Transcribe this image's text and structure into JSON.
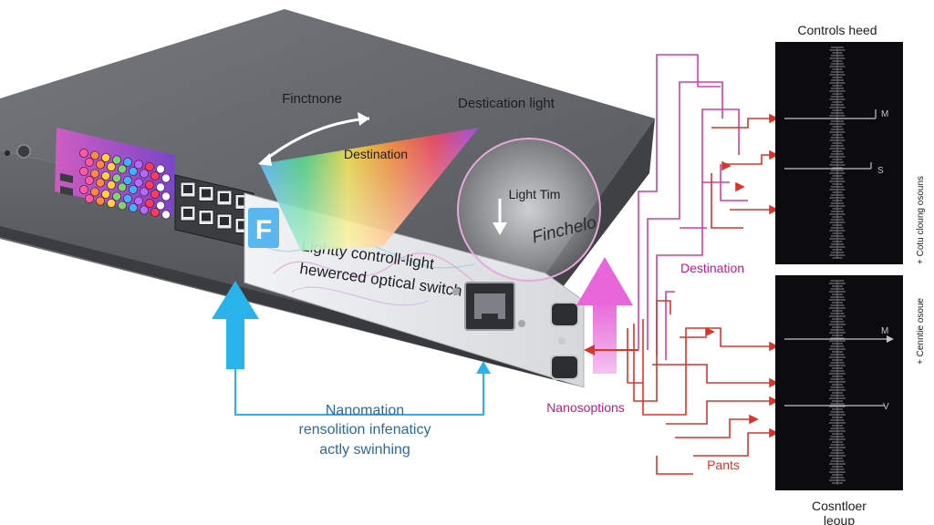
{
  "labels": {
    "top_function": "Finctnone",
    "destination_light": "Destication light",
    "destination_center": "Destination",
    "light_tim": "Light Tim",
    "brand": "Finchelo",
    "panel_badge": "F",
    "panel_line_1": "Lightty controll-light",
    "panel_line_2": "hewerced optical switch",
    "caption_line_1": "Nanomation",
    "caption_line_2": "rensolition infenaticy",
    "caption_line_3": "actly swinhing",
    "nanosoptions": "Nanosoptions",
    "destination_right": "Destination",
    "pants": "Pants",
    "controls_head": "Controls heed",
    "controller_line_1": "Cosntloer",
    "controller_line_2": "leoup",
    "side_note_top": "+ Cotu cloung osouns",
    "side_note_bottom": "+ Cenntie osoue",
    "scope_tag_1": "M",
    "scope_tag_2": "S",
    "scope_tag_3": "M",
    "scope_tag_4": "V"
  },
  "colors": {
    "chassis": "#5b5e63",
    "chassis_top": "#6f7277",
    "front_plate": "#e9eaec",
    "screen": "#0c0c0e",
    "circuit_magenta": "#d23ea8",
    "circuit_red": "#d8352c",
    "arrow_cyan": "#29b3ea",
    "arrow_magenta": "#e66ad8",
    "accent_text_magenta": "#c2188f",
    "accent_text_red": "#d8352c",
    "caption_blue": "#2d6a9a"
  },
  "icons": {
    "arrow_left": "up-arrow-icon",
    "arrow_right": "up-arrow-icon",
    "light_down": "down-arrow-icon",
    "rotation": "double-arrow-icon"
  }
}
